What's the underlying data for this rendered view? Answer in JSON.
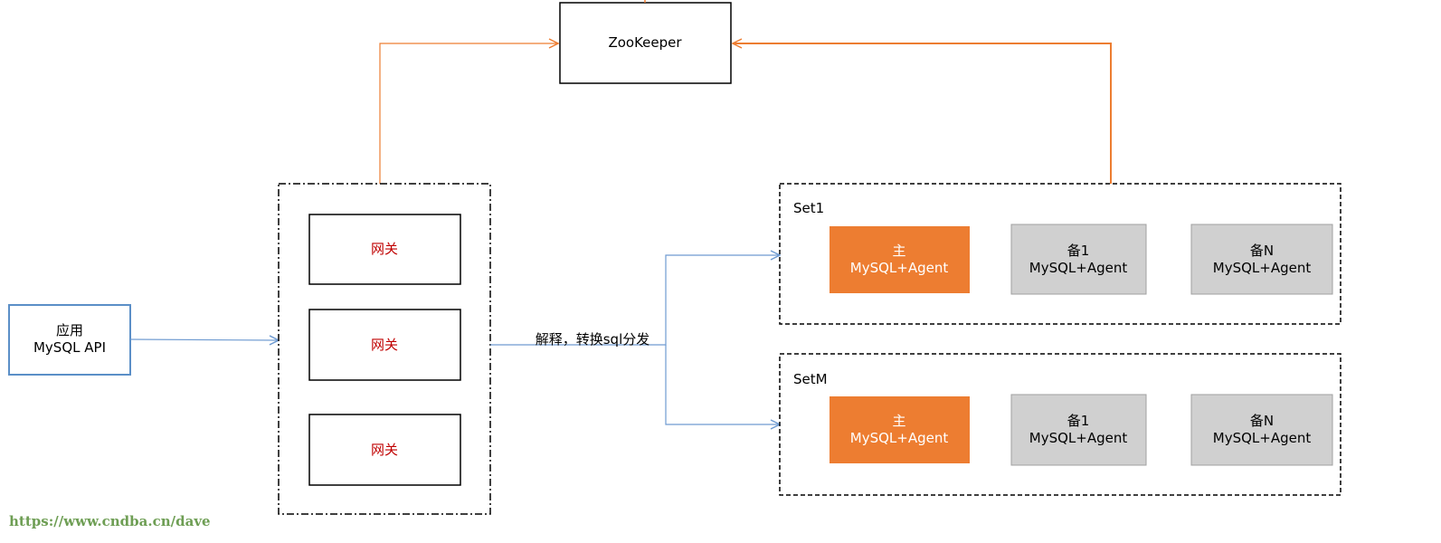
{
  "colors": {
    "orange": "#ED7D31",
    "blue_border": "#5B8FC7",
    "blue_line": "#6F9BD1",
    "gray_fill": "#D0D0D0",
    "gray_border": "#A0A0A0",
    "red_text": "#C00000",
    "watermark": "#6E9E54"
  },
  "zookeeper": {
    "label": "ZooKeeper"
  },
  "app": {
    "line1": "应用",
    "line2": "MySQL API"
  },
  "gateways": [
    {
      "label": "网关"
    },
    {
      "label": "网关"
    },
    {
      "label": "网关"
    }
  ],
  "dispatch_label": "解释，转换sql分发",
  "sets": [
    {
      "name": "Set1",
      "nodes": [
        {
          "role": "主",
          "label": "MySQL+Agent",
          "kind": "primary"
        },
        {
          "role": "备1",
          "label": "MySQL+Agent",
          "kind": "replica"
        },
        {
          "role": "备N",
          "label": "MySQL+Agent",
          "kind": "replica"
        }
      ]
    },
    {
      "name": "SetM",
      "nodes": [
        {
          "role": "主",
          "label": "MySQL+Agent",
          "kind": "primary"
        },
        {
          "role": "备1",
          "label": "MySQL+Agent",
          "kind": "replica"
        },
        {
          "role": "备N",
          "label": "MySQL+Agent",
          "kind": "replica"
        }
      ]
    }
  ],
  "watermark": "https://www.cndba.cn/dave"
}
